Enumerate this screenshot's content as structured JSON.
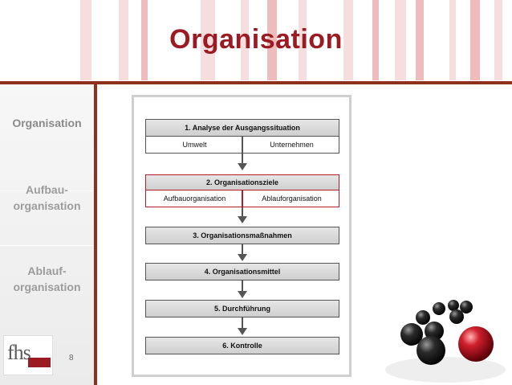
{
  "header": {
    "title": "Organisation"
  },
  "sidebar": {
    "items": [
      {
        "line1": "Organisation",
        "line2": ""
      },
      {
        "line1": "Aufbau-",
        "line2": "organisation"
      },
      {
        "line1": "Ablauf-",
        "line2": "organisation"
      }
    ],
    "logo_text": "fhs",
    "page_number": "8"
  },
  "diagram": {
    "step1": {
      "label": "1. Analyse der Ausgangssituation",
      "left": "Umwelt",
      "right": "Unternehmen"
    },
    "step2": {
      "label": "2. Organisationsziele",
      "left": "Aufbauorganisation",
      "right": "Ablauforganisation"
    },
    "step3": "3. Organisationsmaßnahmen",
    "step4": "4. Organisationsmittel",
    "step5": "5. Durchführung",
    "step6": "6. Kontrolle"
  },
  "colors": {
    "accent": "#9c1a22",
    "divider": "#8f2f1e",
    "highlight": "#b21e28"
  }
}
